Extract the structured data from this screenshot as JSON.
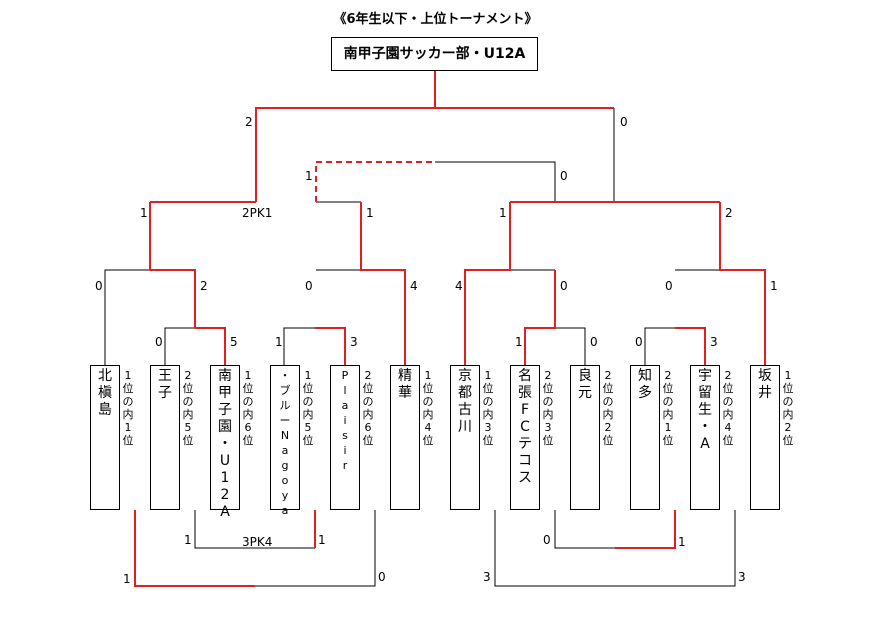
{
  "title": "《6年生以下・上位トーナメント》",
  "champion": "南甲子園サッカー部・U12A",
  "colors": {
    "winner_line": "#e02020",
    "line": "#000000"
  },
  "teams": [
    {
      "name": "北槇島",
      "rank": "1位の内1位"
    },
    {
      "name": "王子",
      "rank": "2位の内5位"
    },
    {
      "name": "南甲子園・U12A",
      "rank": "1位の内6位"
    },
    {
      "name": "・ブルーNagoya",
      "rank": "1位の内5位"
    },
    {
      "name": "Plaisir",
      "rank": "2位の内6位"
    },
    {
      "name": "精華",
      "rank": "1位の内4位"
    },
    {
      "name": "京都古川",
      "rank": "1位の内3位"
    },
    {
      "name": "名張FCテコス",
      "rank": "2位の内3位"
    },
    {
      "name": "良元",
      "rank": "2位の内2位"
    },
    {
      "name": "知多",
      "rank": "2位の内1位"
    },
    {
      "name": "宇留生・A",
      "rank": "2位の内4位"
    },
    {
      "name": "坂井",
      "rank": "1位の内2位"
    }
  ],
  "scores": {
    "final_left": "2",
    "final_right": "0",
    "third_left": "1",
    "third_right": "0",
    "semi1_left": "1",
    "semi1_right": "1",
    "semi1_pk": "2PK1",
    "semi2_left": "1",
    "semi2_right": "2",
    "qf1_left": "0",
    "qf1_right": "2",
    "qf2_left": "0",
    "qf2_right": "4",
    "qf3_left": "4",
    "qf3_right": "0",
    "qf4_left": "0",
    "qf4_right": "1",
    "r1a_left": "0",
    "r1a_right": "5",
    "r1b_left": "1",
    "r1b_right": "3",
    "r1c_left": "1",
    "r1c_right": "0",
    "r1d_left": "0",
    "r1d_right": "3",
    "c1_left": "1",
    "c1_right": "1",
    "c1_pk": "3PK4",
    "c2_left": "1",
    "c2_right": "0",
    "c3_left": "0",
    "c3_right": "1",
    "c4_left": "3",
    "c4_right": "3"
  }
}
